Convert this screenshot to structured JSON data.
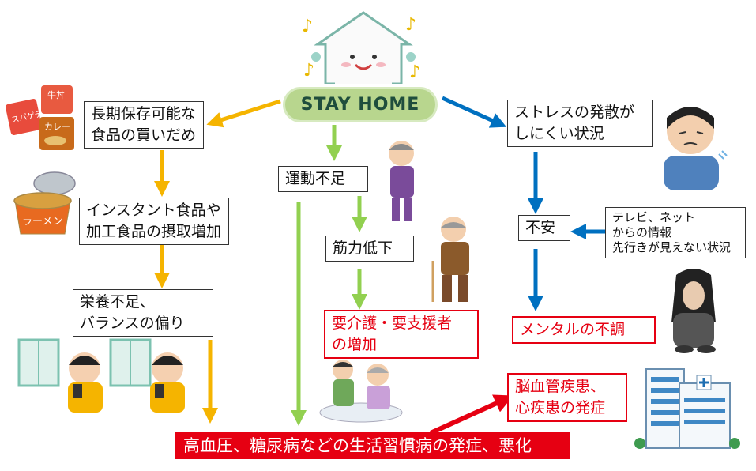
{
  "center": {
    "label": "STAY HOME"
  },
  "boxes": {
    "stockpile": [
      "長期保存可能な",
      "食品の買いだめ"
    ],
    "instant": [
      "インスタント食品や",
      "加工食品の摂取増加"
    ],
    "nutrition": [
      "栄養不足、",
      "バランスの偏り"
    ],
    "exercise": "運動不足",
    "muscle": "筋力低下",
    "care": [
      "要介護・要支援者",
      "の増加"
    ],
    "stress": [
      "ストレスの発散が",
      "しにくい状況"
    ],
    "anxiety": "不安",
    "media": [
      "テレビ、ネット",
      "からの情報",
      "先行きが見えない状況"
    ],
    "mental": "メンタルの不調",
    "brain": [
      "脳血管疾患、",
      "心疾患の発症"
    ],
    "lifestyle": "高血圧、糖尿病などの生活習慣病の発症、悪化"
  },
  "food_labels": {
    "spaghetti": "スパゲティ",
    "beef": "牛丼",
    "curry": "カレー",
    "ramen": "ラーメン"
  },
  "colors": {
    "orange": "#f5b400",
    "green": "#92d050",
    "blue": "#0070c0",
    "red": "#e60012",
    "pill": "#b8d68e",
    "pill_text": "#1f4e3d"
  }
}
